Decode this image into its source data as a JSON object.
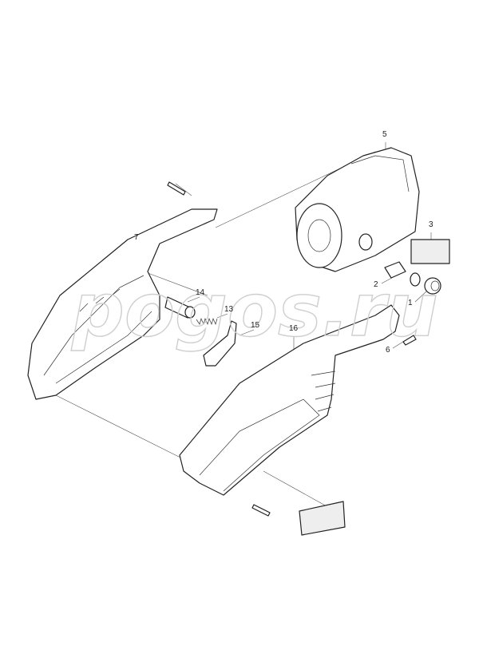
{
  "diagram": {
    "type": "exploded-parts-view",
    "watermark": "pogos.ru",
    "callouts": [
      {
        "id": "1",
        "part": "brush-holder-cap"
      },
      {
        "id": "2",
        "part": "carbon-brush"
      },
      {
        "id": "3",
        "part": "label"
      },
      {
        "id": "5",
        "part": "motor-housing"
      },
      {
        "id": "6",
        "part": "screw"
      },
      {
        "id": "7",
        "part": "handle-half-left"
      },
      {
        "id": "13",
        "part": "spring"
      },
      {
        "id": "14",
        "part": "lock-button"
      },
      {
        "id": "15",
        "part": "switch-trigger"
      },
      {
        "id": "16",
        "part": "handle-half-right"
      }
    ]
  }
}
